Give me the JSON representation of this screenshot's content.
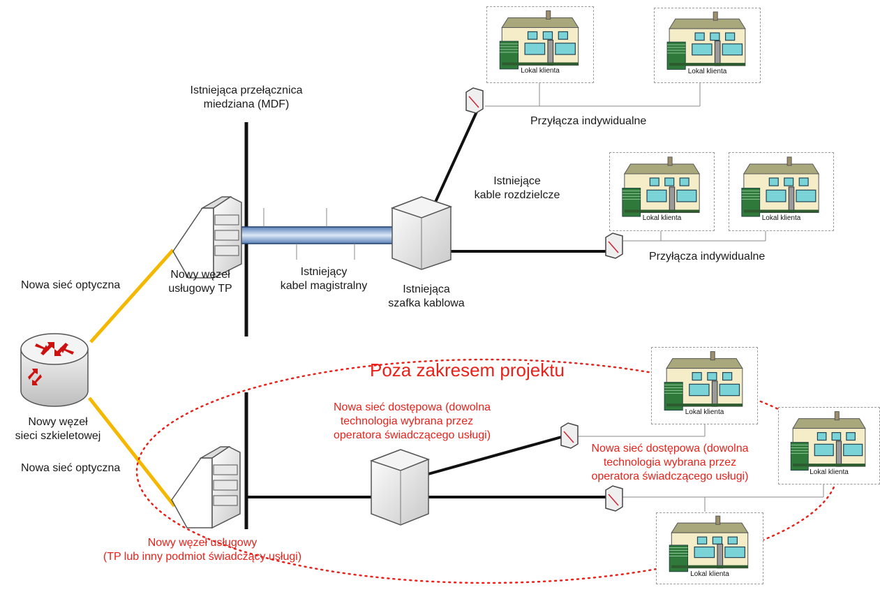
{
  "labels": {
    "mdf": [
      "Istniejąca przełącznica",
      "miedziana (MDF)"
    ],
    "service_node_tp": [
      "Nowy węzeł",
      "usługowy TP"
    ],
    "trunk_cable": [
      "Istniejący",
      "kabel magistralny"
    ],
    "cabinet": [
      "Istniejąca",
      "szafka kablowa"
    ],
    "distribution_cables": [
      "Istniejące",
      "kable rozdzielcze"
    ],
    "drops_top": "Przyłącza indywidualne",
    "drops_mid": "Przyłącza indywidualne",
    "optical_top": "Nowa sieć optyczna",
    "optical_bottom": "Nowa sieć optyczna",
    "backbone_node": [
      "Nowy węzeł",
      "sieci szkieletowej"
    ],
    "out_of_scope": "Poza zakresem projektu",
    "access_net_1": [
      "Nowa sieć dostępowa (dowolna",
      "technologia wybrana przez",
      "operatora świadczącego usługi)"
    ],
    "access_net_2": [
      "Nowa sieć dostępowa (dowolna",
      "technologia wybrana przez",
      "operatora świadczącego usługi)"
    ],
    "service_node_any": [
      "Nowy węzeł usługowy",
      "(TP lub inny podmiot świadczący usługi)"
    ]
  },
  "house_label": "Lokal klienta",
  "colors": {
    "fiber": "#f5b800",
    "out_of_scope": "#e8221b",
    "trunk": "#7fa6d6",
    "house_wall": "#f4edc8",
    "house_roof": "#a9a77c",
    "house_window": "#7ad3d6",
    "house_door": "#2f7a3a",
    "router_arrow": "#cc1111"
  }
}
